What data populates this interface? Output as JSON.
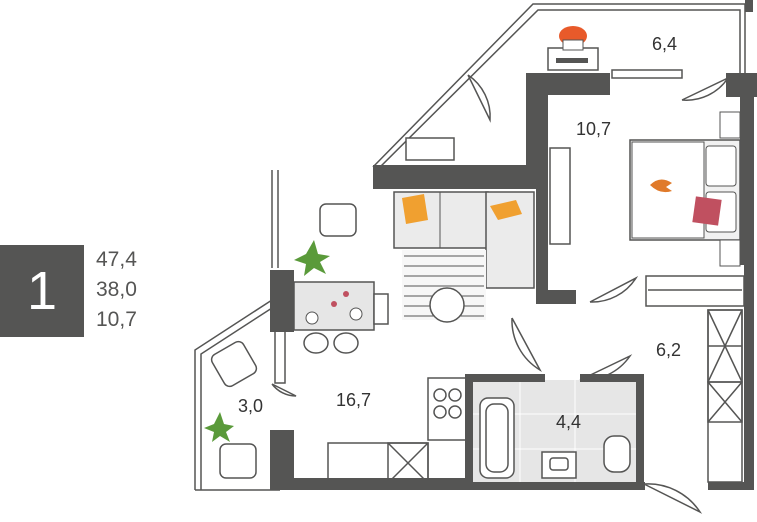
{
  "summary": {
    "rooms_count": "1",
    "total_area": "47,4",
    "living_area": "38,0",
    "kitchen_area": "10,7"
  },
  "rooms": [
    {
      "id": "balcony-top",
      "area": "6,4"
    },
    {
      "id": "bedroom",
      "area": "10,7"
    },
    {
      "id": "hallway",
      "area": "6,2"
    },
    {
      "id": "balcony-left",
      "area": "3,0"
    },
    {
      "id": "kitchen-living",
      "area": "16,7"
    },
    {
      "id": "bathroom",
      "area": "4,4"
    }
  ],
  "colors": {
    "wall": "#555554",
    "badge": "#555554",
    "accent_orange": "#f0a030",
    "accent_red": "#c05060",
    "plant_green": "#5a9a3a",
    "floor_tile": "#e6e6e6",
    "bed_linen": "#f1f1f1"
  }
}
